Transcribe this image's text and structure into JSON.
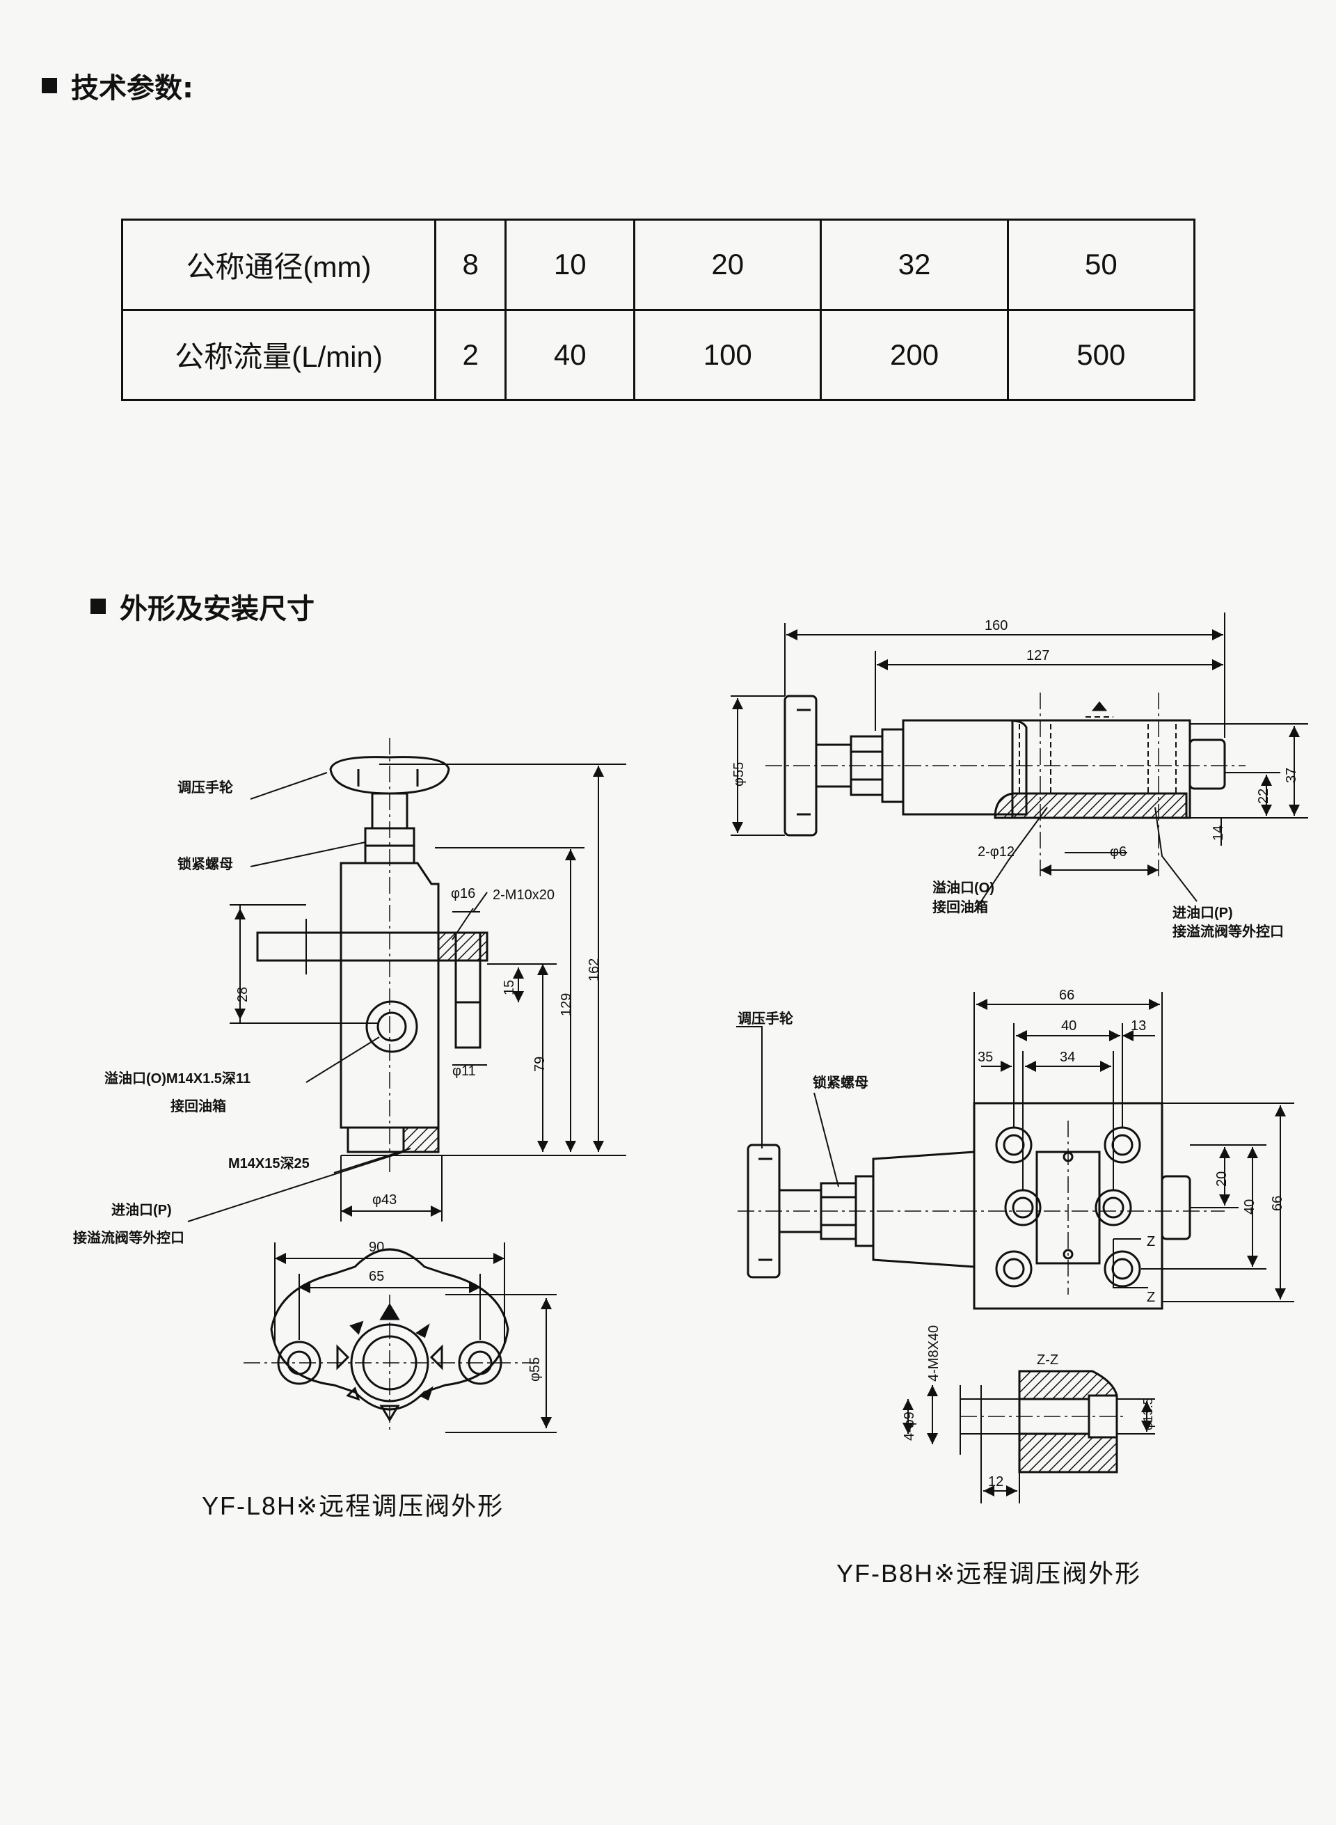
{
  "sections": {
    "tech_params_title": "技术参数:",
    "dimensions_title": "外形及安装尺寸"
  },
  "spec_table": {
    "rows": [
      {
        "label": "公称通径(mm)",
        "values": [
          "8",
          "10",
          "20",
          "32",
          "50"
        ]
      },
      {
        "label": "公称流量(L/min)",
        "values": [
          "2",
          "40",
          "100",
          "200",
          "500"
        ]
      }
    ]
  },
  "left_drawing": {
    "caption": "YF-L8H※远程调压阀外形",
    "labels": {
      "handwheel": "调压手轮",
      "locknut": "锁紧螺母",
      "overflow_port_1": "溢油口(O)M14X1.5深11",
      "overflow_port_2": "接回油箱",
      "thread": "M14X15深25",
      "inlet_1": "进油口(P)",
      "inlet_2": "接溢流阀等外控口"
    },
    "dims": {
      "d16": "φ16",
      "m10": "2-M10x20",
      "d15": "15",
      "d11": "φ11",
      "d28": "28",
      "d79": "79",
      "d129": "129",
      "d162": "162",
      "d43": "φ43",
      "d90": "90",
      "d65": "65",
      "d55": "φ55"
    }
  },
  "right_drawing": {
    "caption": "YF-B8H※远程调压阀外形",
    "labels": {
      "overflow_1": "溢油口(O)",
      "overflow_2": "接回油箱",
      "inlet_1": "进油口(P)",
      "inlet_2": "接溢流阀等外控口",
      "handwheel": "调压手轮",
      "locknut": "锁紧螺母",
      "section": "Z-Z",
      "z": "Z"
    },
    "dims": {
      "d160": "160",
      "d127": "127",
      "d55": "φ55",
      "d2_12": "2-φ12",
      "d6": "φ6",
      "d37": "37",
      "d22": "22",
      "d14": "14",
      "d66": "66",
      "d40": "40",
      "d13": "13",
      "d35": "35",
      "d34": "34",
      "d20": "20",
      "d40v": "40",
      "d66v": "66",
      "m8": "4-M8X40",
      "d9": "4-φ9",
      "d135": "φ13.5",
      "d12": "12"
    }
  }
}
